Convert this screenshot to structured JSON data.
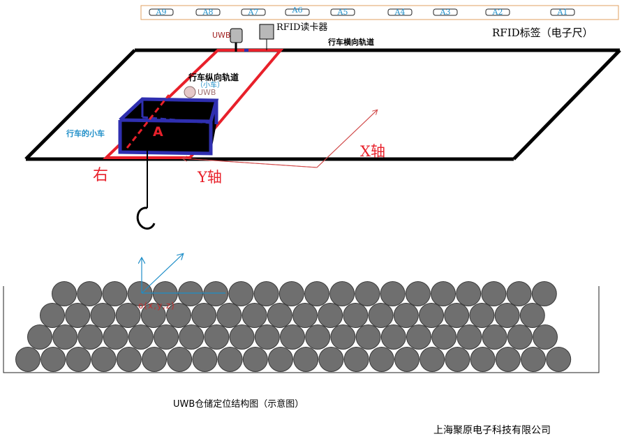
{
  "colors": {
    "track_black": "#000000",
    "trolley_rail_red": "#e8202a",
    "trolley_blue": "#2f2fb0",
    "cyan_label": "#1e8ec8",
    "axis_red": "#d04848",
    "tag_strip_border": "#e0a060",
    "circle_fill": "#6f6f6f",
    "circle_stroke": "#3a3a3a",
    "device_gray": "#b8b8b8",
    "dark_red_text": "#a02020"
  },
  "rfid_tags": [
    "A9",
    "A8",
    "A7",
    "A6",
    "A5",
    "A4",
    "A3",
    "A2",
    "A1"
  ],
  "labels": {
    "rfid_scale": "RFID标签（电子尺）",
    "uwb_top": "UWB",
    "rfid_reader": "RFID读卡器",
    "transverse_rail": "行车横向轨道",
    "longitudinal_rail": "行车纵向轨道",
    "trolley_paren": "（小车）",
    "uwb_trolley": "UWB",
    "trolley": "行车的小车",
    "point_a": "A",
    "right": "右",
    "x_axis": "X轴",
    "y_axis": "Y轴",
    "coord": "o(x,y,z)",
    "caption": "UWB仓储定位结构图（示意图）",
    "company": "上海聚原电子科技有限公司"
  }
}
